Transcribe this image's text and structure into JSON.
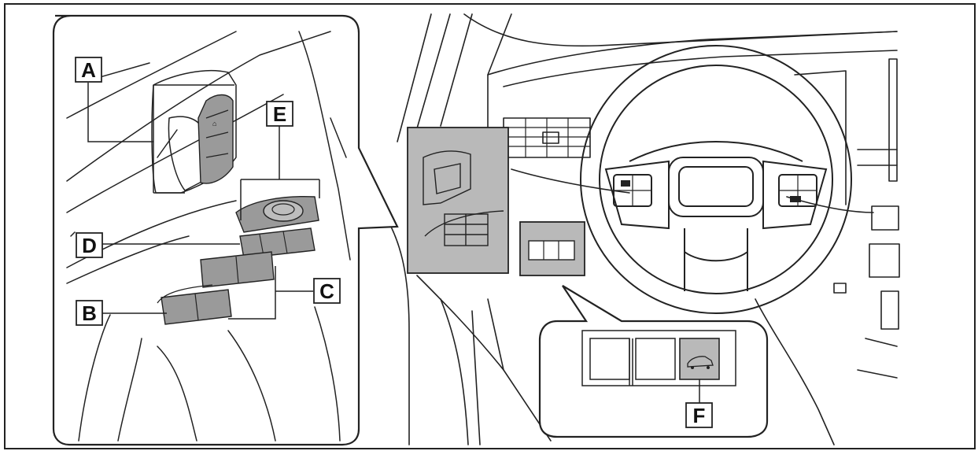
{
  "labels": {
    "a": "A",
    "b": "B",
    "c": "C",
    "d": "D",
    "e": "E",
    "f": "F"
  },
  "colors": {
    "line": "#222222",
    "highlight": "#b9b9b9",
    "highlight_dark": "#9a9a9a",
    "box_fill": "#ffffff"
  }
}
